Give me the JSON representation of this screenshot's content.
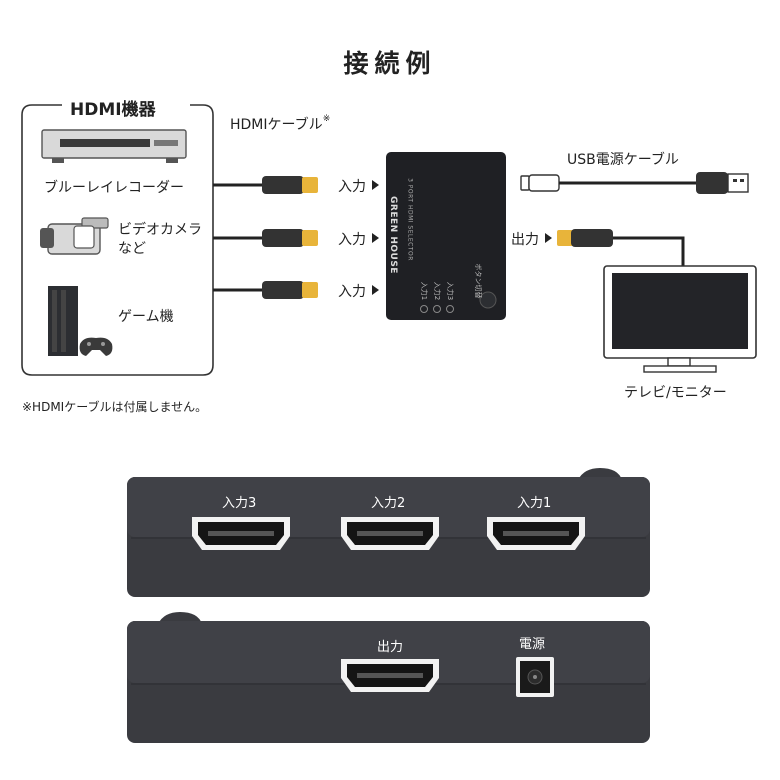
{
  "title": "接続例",
  "hdmi_group": {
    "header": "HDMI機器",
    "devices": [
      {
        "label": "ブルーレイレコーダー",
        "icon": "bluray-recorder-icon"
      },
      {
        "label_line1": "ビデオカメラ",
        "label_line2": "など",
        "icon": "video-camera-icon"
      },
      {
        "label": "ゲーム機",
        "icon": "game-console-icon"
      }
    ]
  },
  "cable_label": "HDMIケーブル",
  "cable_mark": "※",
  "input_labels": [
    "入力",
    "入力",
    "入力"
  ],
  "usb_label": "USB電源ケーブル",
  "output_label": "出力",
  "switch": {
    "brand": "GREEN HOUSE",
    "model": "3 PORT HDMI SELECTOR",
    "ports": [
      "入力1",
      "入力2",
      "入力3"
    ],
    "button": "ボタン切替"
  },
  "tv_label": "テレビ/モニター",
  "footnote": "※HDMIケーブルは付属しません。",
  "panels": {
    "front_ports": [
      "入力3",
      "入力2",
      "入力1"
    ],
    "back_output": "出力",
    "back_power": "電源"
  },
  "colors": {
    "connector_gold": "#e8b43a",
    "cable": "#222222",
    "device_body": "#2c2e32"
  }
}
